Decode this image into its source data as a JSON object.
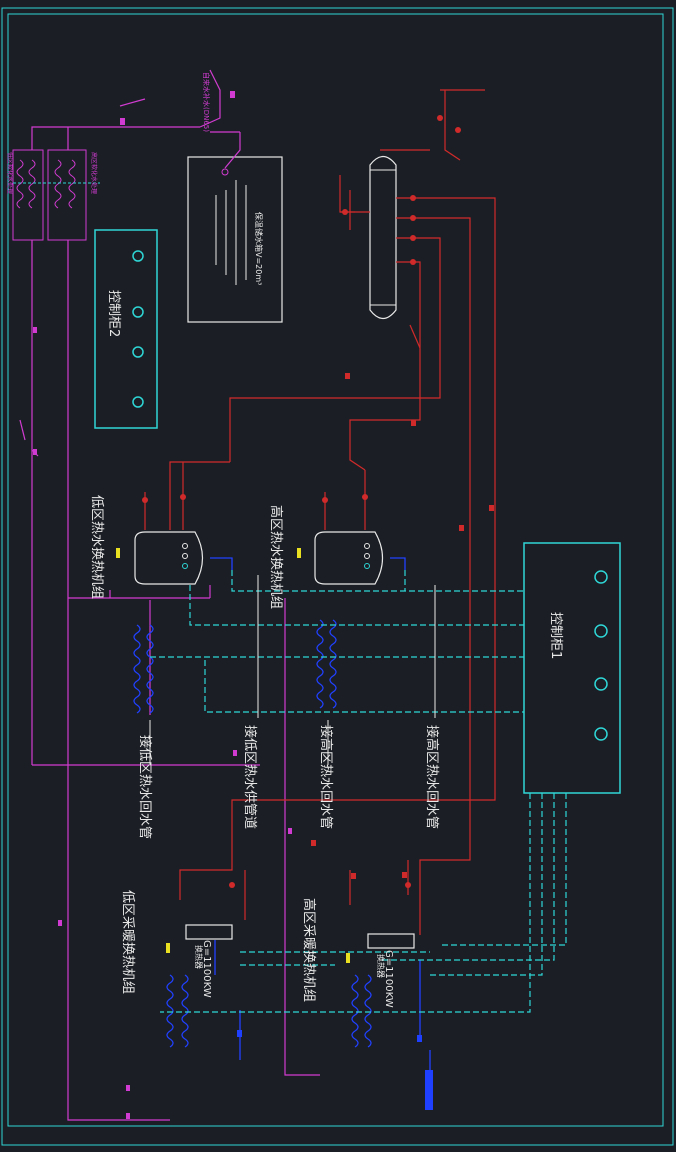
{
  "colors": {
    "background": "#1b1f25",
    "frame": "#2fd6d6",
    "cyan": "#2fd6d6",
    "magenta": "#d13bd1",
    "red": "#d12a2a",
    "blue": "#2040ff",
    "white": "#e8e8e8",
    "yellow": "#e8e020"
  },
  "labels": {
    "control_cabinet_1": "控制柜1",
    "control_cabinet_2": "控制柜2",
    "tank_note": "保温储水箱V=20m³",
    "low_zone_hot_water_unit": "低区热水换热机组",
    "high_zone_hot_water_unit": "高区热水换热机组",
    "low_zone_heating_unit": "低区采暖换热机组",
    "high_zone_heating_unit": "高区采暖换热机组",
    "low_zone_return_pipe": "接低区热水回水管",
    "low_zone_supply_pipe": "接低区热水供管道",
    "high_zone_return_pipe": "接高区热水回水管",
    "high_zone_supply_pipe": "接高区热水回水管",
    "hx_low_capacity": "G=1100KW",
    "hx_high_capacity": "G=1100KW",
    "hx_label": "换热器",
    "tank_top_note": "自来水补水(DN65)",
    "filter_group_1": "低区软化水处理",
    "filter_group_2": "高区软化水处理"
  }
}
